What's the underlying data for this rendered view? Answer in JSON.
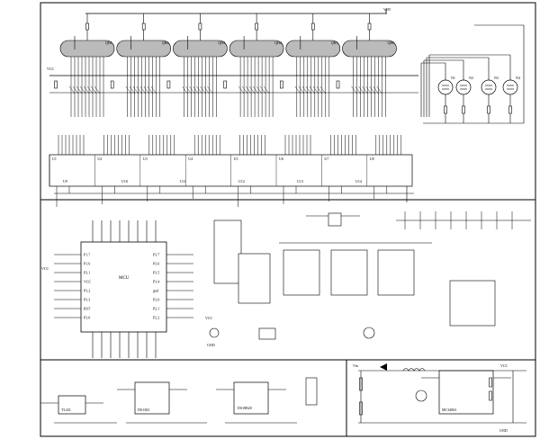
{
  "labels": {
    "mcu": "MCU",
    "vcc": "VCC",
    "gnd": "GND",
    "vhv": "VHV",
    "vin": "Vin",
    "tubes": [
      "QH1",
      "QH2",
      "QH3",
      "QH4",
      "QH5",
      "QH6"
    ],
    "neons": [
      "N1",
      "N2",
      "N3",
      "N4"
    ],
    "regs": [
      "U1",
      "U2",
      "U3",
      "U4",
      "U5",
      "U6",
      "U7",
      "U8"
    ],
    "drivers": [
      "U9",
      "U10",
      "U11",
      "U12",
      "U13",
      "U14"
    ],
    "mcu_pins_left": [
      "P1.7",
      "P1.6",
      "P3.1",
      "VCC",
      "P3.2",
      "P3.3",
      "RST",
      "P3.0"
    ],
    "mcu_pins_right": [
      "P3.7",
      "P3.6",
      "P3.5",
      "P3.4",
      "gnd",
      "P2.0",
      "P2.1",
      "P2.2"
    ],
    "bottom_ics": [
      "DS1302",
      "DS18B20",
      "MC34063",
      "TL431"
    ]
  }
}
